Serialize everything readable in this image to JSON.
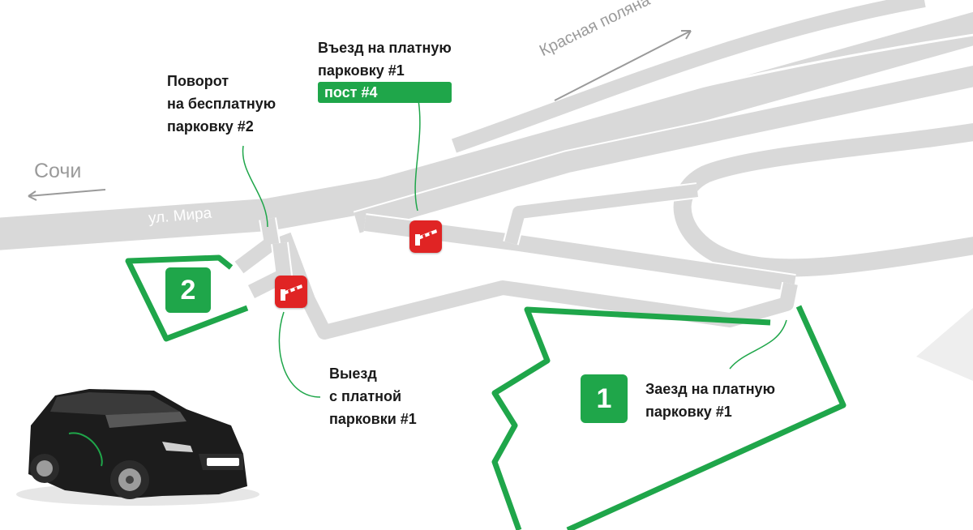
{
  "labels": {
    "paid_entrance": {
      "line1": "Въезд на платную",
      "line2": "парковку #1",
      "tag": "пост #4"
    },
    "free_turn": {
      "line1": "Поворот",
      "line2": "на бесплатную",
      "line3": "парковку #2"
    },
    "paid_exit": {
      "line1": "Выезд",
      "line2": "с платной",
      "line3": "парковки #1"
    },
    "paid_arrival": {
      "line1": "Заезд на платную",
      "line2": "парковку #1"
    }
  },
  "places": {
    "sochi": "Сочи",
    "krasnaya_polyana": "Красная поляна",
    "street": "ул. Мира"
  },
  "parking": {
    "lot1": "1",
    "lot2": "2"
  },
  "icons": {
    "barrier": "barrier-gate-icon",
    "arrow": "arrow-icon",
    "car": "car-illustration"
  },
  "colors": {
    "road": "#d9d9d9",
    "road_outline": "#ffffff",
    "accent_green": "#1fa64a",
    "barrier_red": "#e02424",
    "label_text": "#1a1a1a",
    "city_text": "#9a9a9a"
  }
}
